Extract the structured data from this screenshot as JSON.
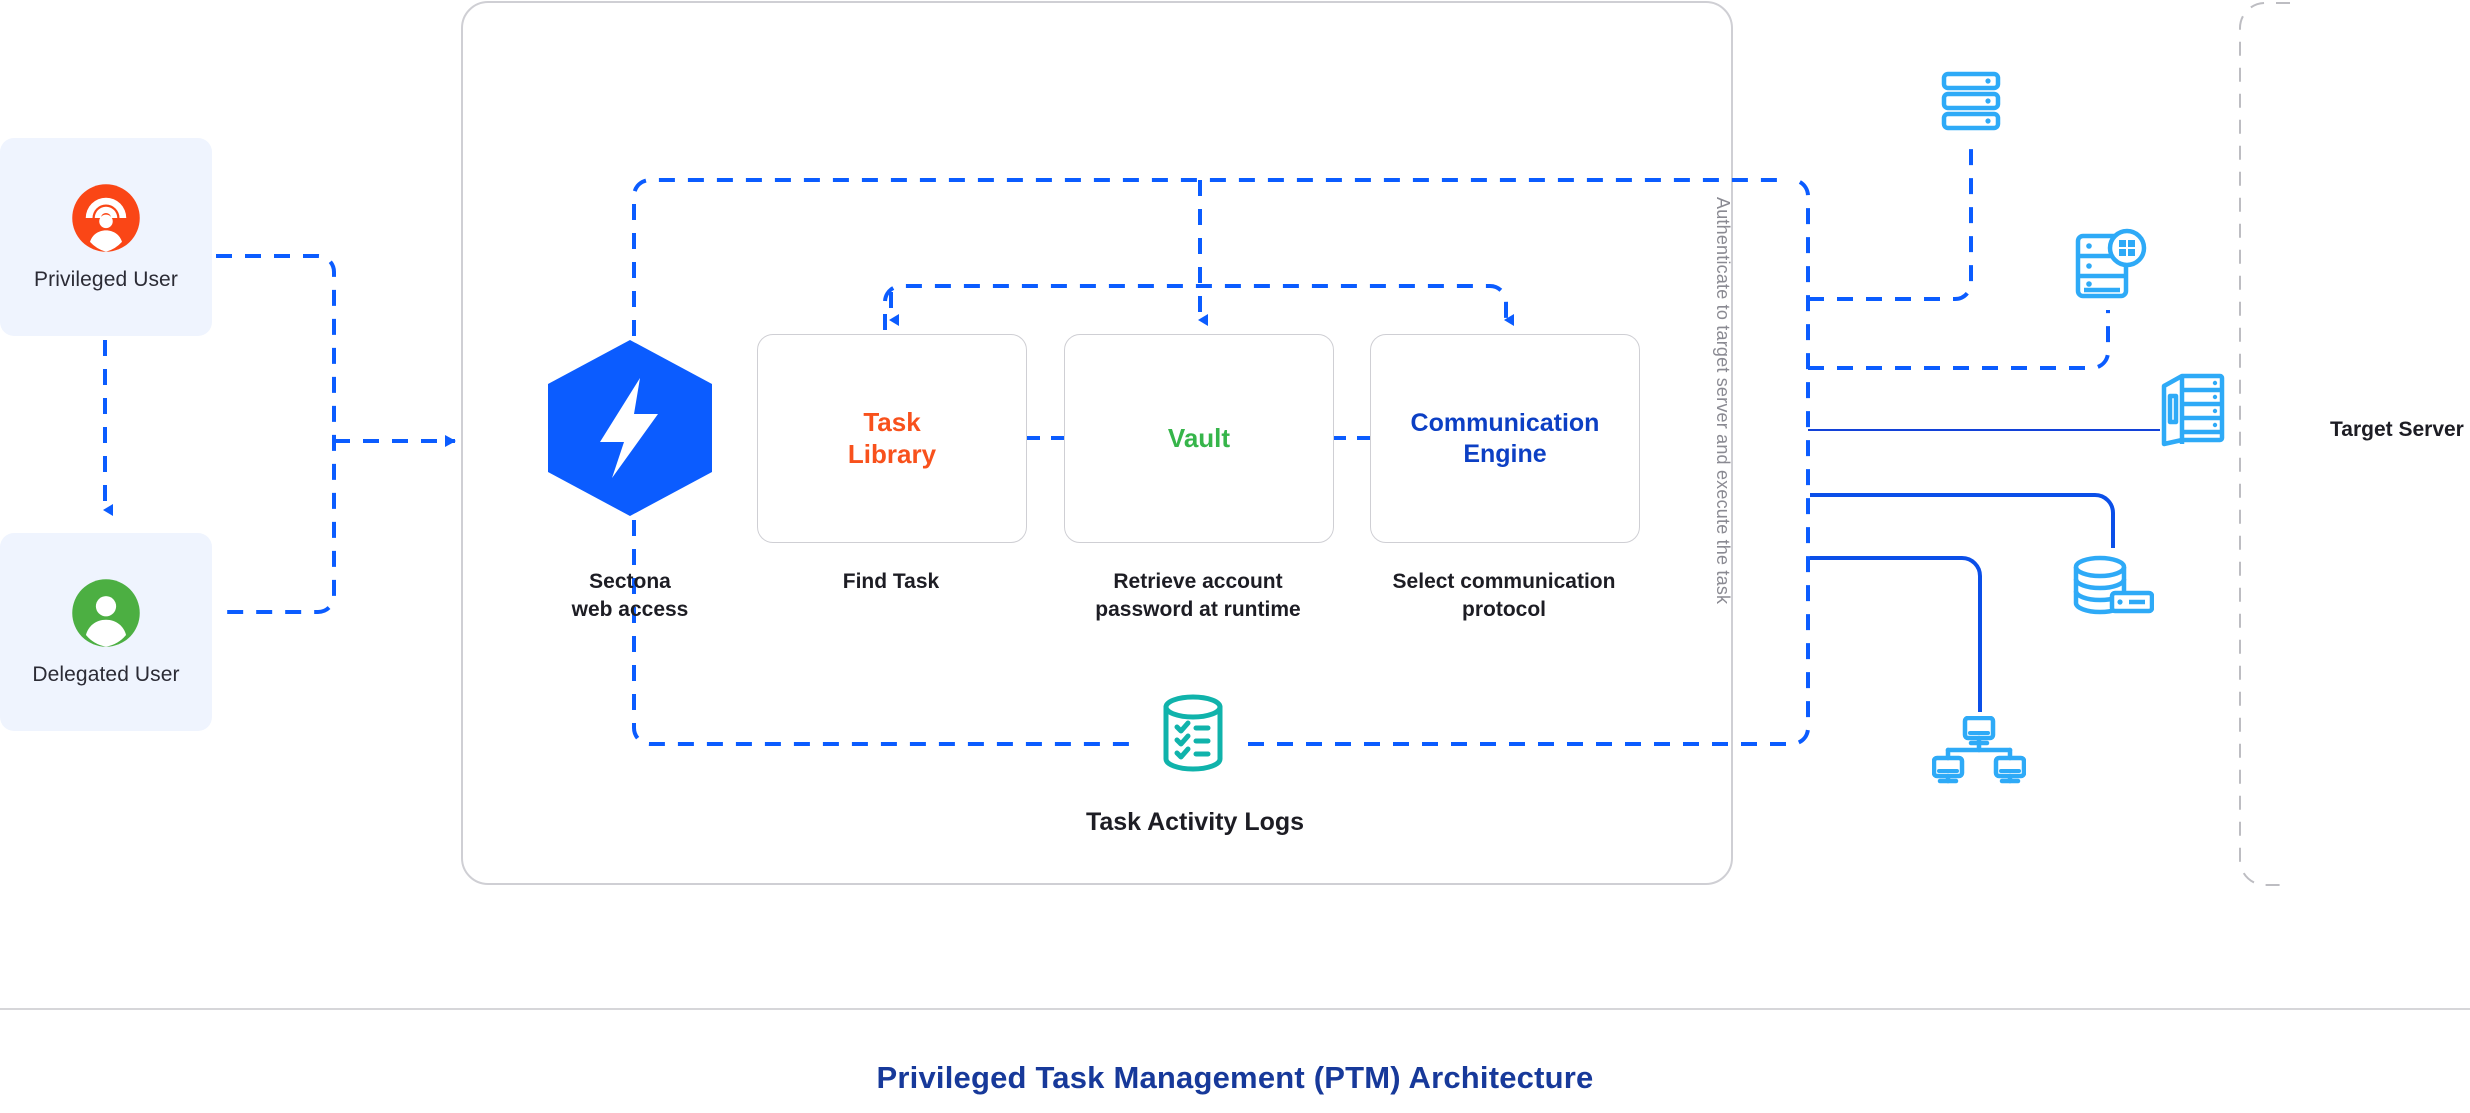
{
  "diagram": {
    "title": "Privileged Task Management (PTM) Architecture",
    "colors": {
      "accent_blue": "#0b5cff",
      "dark_blue": "#0c3fc4",
      "title_blue": "#17399a",
      "orange": "#f8511c",
      "green": "#36b54a",
      "teal": "#10b3ab",
      "light_blue_icon": "#2eaaf7",
      "card_bg": "#eff4fe",
      "box_border": "#cfcfd4",
      "muted_text": "#8a8a92"
    }
  },
  "users": [
    {
      "id": "privileged-user",
      "label": "Privileged User",
      "icon": "privileged-user-icon",
      "color": "#fa4616"
    },
    {
      "id": "delegated-user",
      "label": "Delegated User",
      "icon": "delegated-user-icon",
      "color": "#4caf42"
    }
  ],
  "gateway": {
    "icon": "sectona-hexagon-logo",
    "caption_line1": "Sectona",
    "caption_line2": "web access"
  },
  "stages": [
    {
      "id": "task-library",
      "title_line1": "Task",
      "title_line2": "Library",
      "caption_line1": "Find Task",
      "caption_line2": "",
      "color": "#f8511c"
    },
    {
      "id": "vault",
      "title_line1": "Vault",
      "title_line2": "",
      "caption_line1": "Retrieve account",
      "caption_line2": "password at runtime",
      "color": "#36b54a"
    },
    {
      "id": "communication-engine",
      "title_line1": "Communication",
      "title_line2": "Engine",
      "caption_line1": "Select communication",
      "caption_line2": "protocol",
      "color": "#0c3fc4"
    }
  ],
  "logs": {
    "icon": "task-activity-logs-database-icon",
    "label": "Task Activity Logs"
  },
  "authentication": {
    "vertical_label": "Authenticate to target server and execute the task"
  },
  "target": {
    "label": "Target Server",
    "icons": [
      {
        "id": "server-rack",
        "name": "server-rack-icon"
      },
      {
        "id": "windows-server",
        "name": "windows-server-icon"
      },
      {
        "id": "tower-server",
        "name": "tower-server-icon"
      },
      {
        "id": "database-server",
        "name": "database-server-icon"
      },
      {
        "id": "network-cluster",
        "name": "network-cluster-icon"
      }
    ]
  }
}
